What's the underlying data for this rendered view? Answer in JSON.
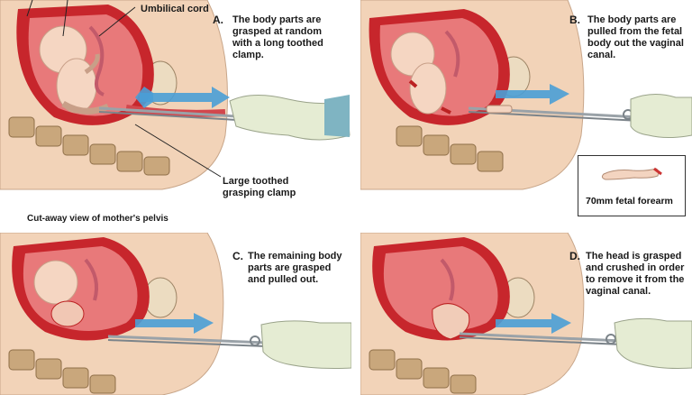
{
  "labels": {
    "umbilical_cord": "Umbilical cord",
    "large_clamp": "Large toothed\ngrasping clamp",
    "cutaway": "Cut-away view of mother's pelvis",
    "inset_caption": "70mm fetal forearm"
  },
  "panels": [
    {
      "letter": "A.",
      "caption": "The body parts are\ngrasped at random\nwith a long toothed\nclamp."
    },
    {
      "letter": "B.",
      "caption": "The body parts are\npulled from the fetal\nbody out the vaginal\ncanal."
    },
    {
      "letter": "C.",
      "caption": "The remaining body\nparts are grasped\nand pulled out."
    },
    {
      "letter": "D.",
      "caption": "The head is grasped\nand crushed in order\nto remove it from the\nvaginal canal."
    }
  ],
  "colors": {
    "skin": "#f2d3b8",
    "uterus_wall": "#c7262c",
    "uterus_inner": "#e8797a",
    "spine": "#c9a77c",
    "arrow": "#4a9fd6",
    "glove": "#e5ecd3",
    "steel": "#9aa2a8"
  }
}
